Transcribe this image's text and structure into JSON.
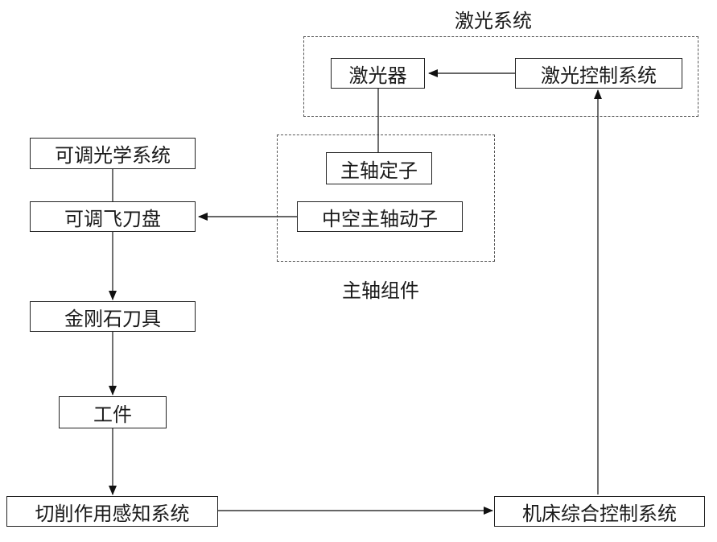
{
  "groups": {
    "laser_system": "激光系统",
    "spindle_assembly": "主轴组件"
  },
  "nodes": {
    "laser": "激光器",
    "laser_control": "激光控制系统",
    "spindle_stator": "主轴定子",
    "hollow_spindle_rotor": "中空主轴动子",
    "adjustable_optics": "可调光学系统",
    "adjustable_flycutter": "可调飞刀盘",
    "diamond_tool": "金刚石刀具",
    "workpiece": "工件",
    "cutting_sensing": "切削作用感知系统",
    "machine_control": "机床综合控制系统"
  }
}
